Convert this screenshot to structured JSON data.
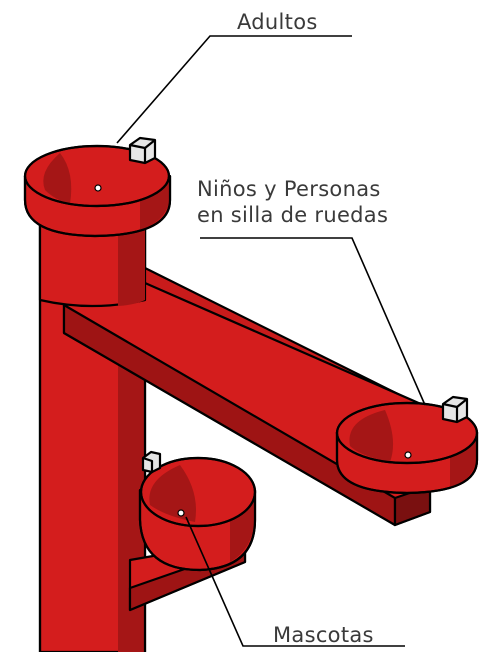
{
  "labels": {
    "adultos": "Adultos",
    "ninos_line1": "Niños y Personas",
    "ninos_line2": "en silla de ruedas",
    "mascotas": "Mascotas"
  },
  "colors": {
    "body": "#d41d1d",
    "shade": "#9e1414",
    "dark_shade": "#7a1010",
    "outline": "#000000",
    "valve": "#e6e6e6",
    "leader_line": "#000000",
    "label_text": "#3a3a3a"
  },
  "icons": {
    "fountain": "drinking-fountain-illustration",
    "valve": "push-button-valve-icon"
  }
}
